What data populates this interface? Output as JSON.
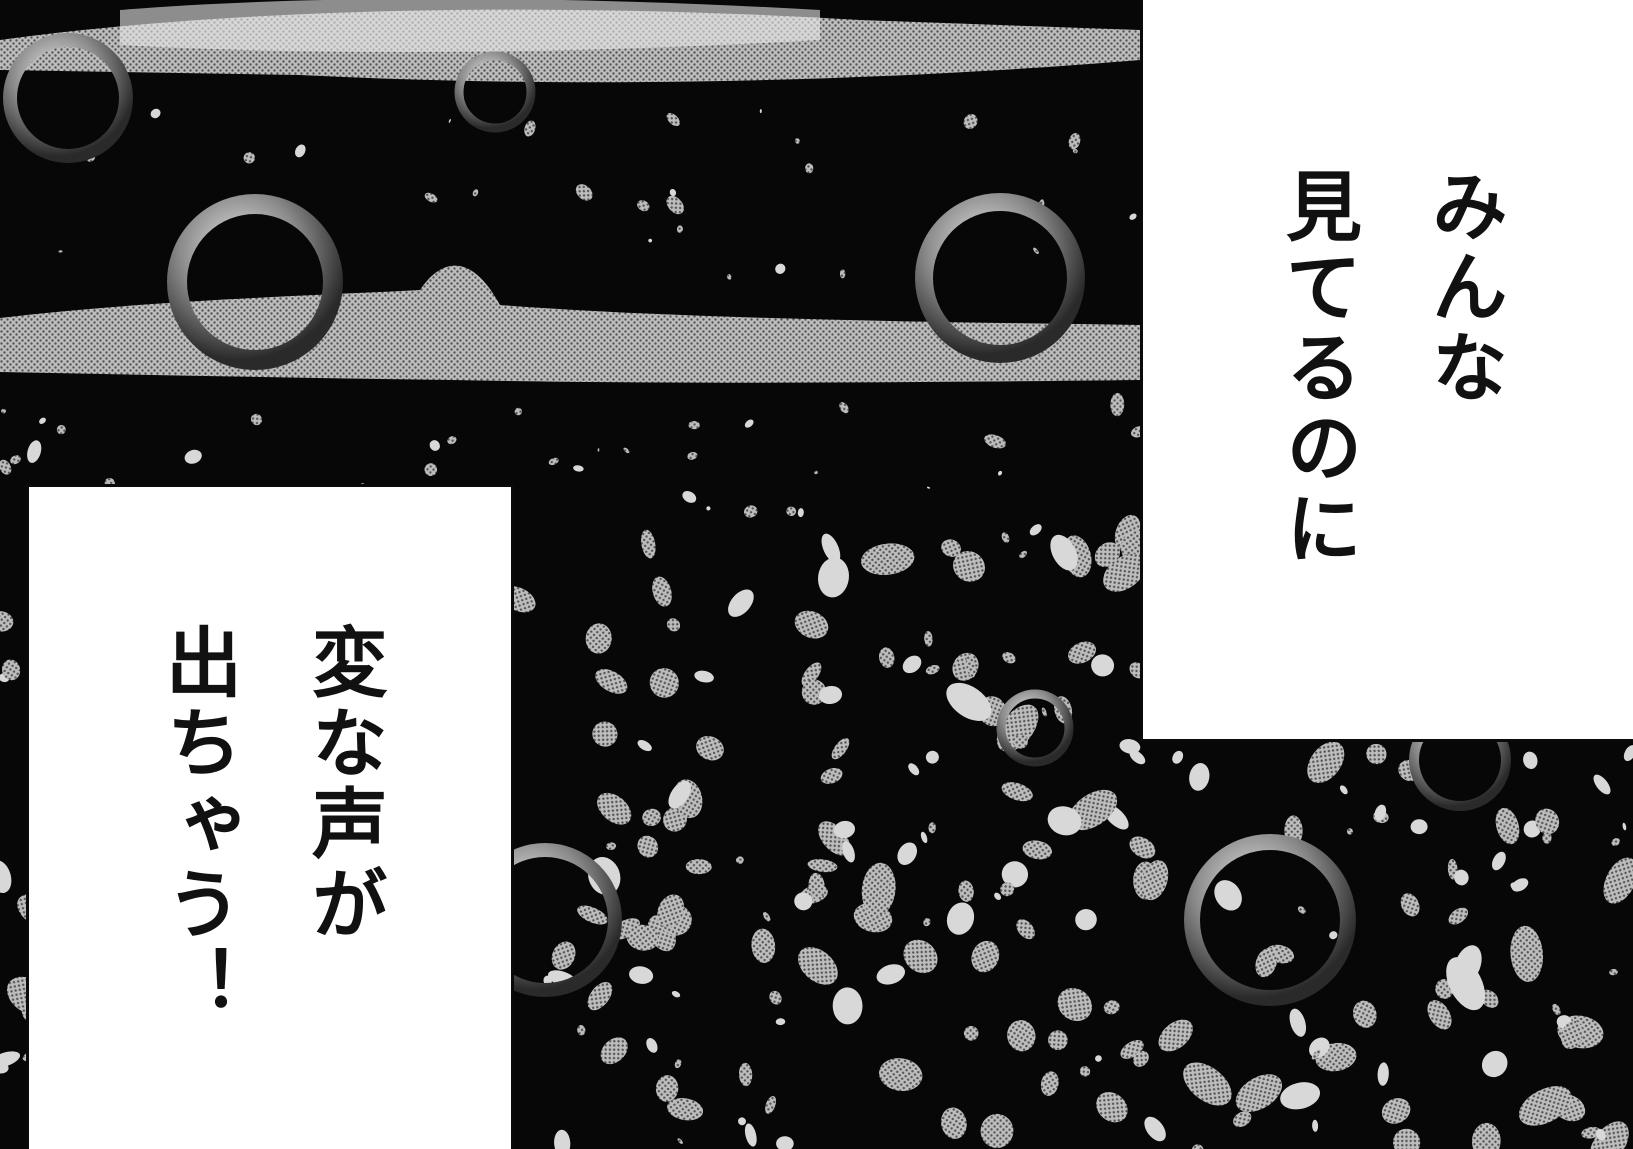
{
  "panel": {
    "background": "#070707",
    "caption_top": {
      "lines": [
        "みんな",
        "見てるのに"
      ]
    },
    "caption_bottom": {
      "lines": [
        "変な声が",
        "出ちゃう！"
      ]
    },
    "colors": {
      "paper": "#ffffff",
      "ink": "#111111",
      "spray": "#d8d8d8"
    }
  }
}
